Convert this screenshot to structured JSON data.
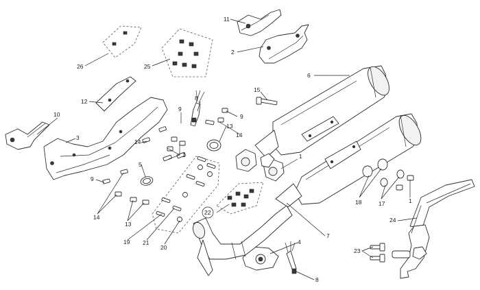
{
  "diagram": {
    "callouts": [
      {
        "id": "c11",
        "label": "11"
      },
      {
        "id": "c2",
        "label": "2"
      },
      {
        "id": "c26",
        "label": "26"
      },
      {
        "id": "c25",
        "label": "25"
      },
      {
        "id": "c6",
        "label": "6"
      },
      {
        "id": "c12",
        "label": "12"
      },
      {
        "id": "c8a",
        "label": "8"
      },
      {
        "id": "c15",
        "label": "15"
      },
      {
        "id": "c10",
        "label": "10"
      },
      {
        "id": "c9a",
        "label": "9"
      },
      {
        "id": "c9b",
        "label": "9"
      },
      {
        "id": "c3",
        "label": "3"
      },
      {
        "id": "c14a",
        "label": "14"
      },
      {
        "id": "c14b",
        "label": "14"
      },
      {
        "id": "c1a",
        "label": "1"
      },
      {
        "id": "c13a",
        "label": "13"
      },
      {
        "id": "c1b",
        "label": "1"
      },
      {
        "id": "c5",
        "label": "5"
      },
      {
        "id": "c9c",
        "label": "9"
      },
      {
        "id": "c14c",
        "label": "14"
      },
      {
        "id": "c22",
        "label": "22"
      },
      {
        "id": "c13b",
        "label": "13"
      },
      {
        "id": "c19",
        "label": "19"
      },
      {
        "id": "c21",
        "label": "21"
      },
      {
        "id": "c20",
        "label": "20"
      },
      {
        "id": "c7",
        "label": "7"
      },
      {
        "id": "c18",
        "label": "18"
      },
      {
        "id": "c17",
        "label": "17"
      },
      {
        "id": "c1c",
        "label": "1"
      },
      {
        "id": "c24",
        "label": "24"
      },
      {
        "id": "c4",
        "label": "4"
      },
      {
        "id": "c23",
        "label": "23"
      },
      {
        "id": "c8b",
        "label": "8"
      }
    ]
  }
}
